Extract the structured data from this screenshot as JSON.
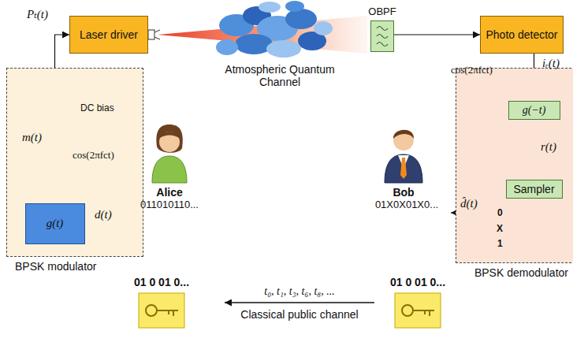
{
  "diagram": {
    "nodes": [
      {
        "text": [
          "Laser driver"
        ]
      },
      {
        "text": [
          "OBPF"
        ]
      },
      {
        "text": [
          "Photo detector"
        ]
      },
      {
        "text": [
          "BPSK modulator"
        ]
      },
      {
        "text": [
          "g(t)"
        ],
        "in": 3
      },
      {
        "text": [
          "BPSK demodulator"
        ]
      },
      {
        "text": [
          "g(−t)"
        ],
        "in": 5
      },
      {
        "text": [
          "Sampler"
        ],
        "in": 5
      }
    ],
    "edges": [
      {
        "from": 4,
        "to": 0,
        "arrow": "to"
      },
      {
        "from": 1,
        "to": 2,
        "arrow": "to"
      },
      {
        "from": 2,
        "to": 6,
        "arrow": "to"
      },
      {
        "from": 6,
        "to": 7,
        "arrow": "to"
      }
    ],
    "labels": [
      "Pₜ(t)",
      "DC bias",
      "m(t)",
      "cos(2πfct)",
      "d(t)",
      "Alice",
      "011010110...",
      "Atmospheric Quantum Channel",
      "iᵣ(t)",
      "cos(2πfct)",
      "r(t)",
      "Bob",
      "01X0X01X0...",
      "d̂(t)",
      "0",
      "X",
      "1",
      "t₀, t₁, t₃, t₆, t₈, ...",
      "01 0 01 0...",
      "Classical public channel",
      "01 0 01 0..."
    ]
  }
}
